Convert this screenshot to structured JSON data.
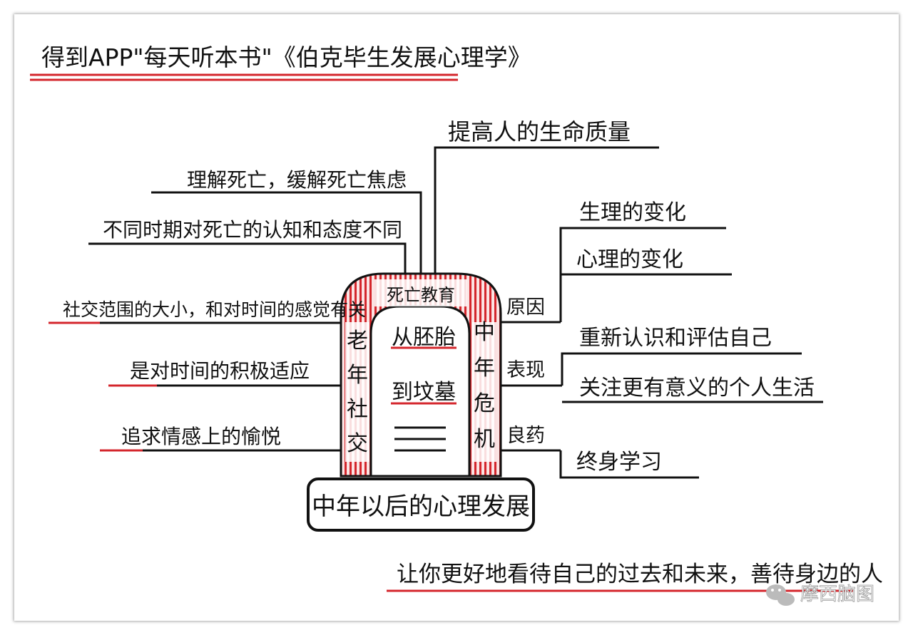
{
  "title": "得到APP\"每天听本书\"《伯克毕生发展心理学》",
  "center": {
    "base_label": "中年以后的心理发展",
    "arch_top": "死亡教育",
    "left_pillar": "老年社交",
    "right_pillar": "中年危机",
    "tomb_line1": "从胚胎",
    "tomb_line2": "到坟墓"
  },
  "left_branches": [
    "理解死亡，缓解死亡焦虑",
    "不同时期对死亡的认知和态度不同",
    "社交范围的大小，和对时间的感觉有关",
    "是对时间的积极适应",
    "追求情感上的愉悦"
  ],
  "top_branch": "提高人的生命质量",
  "right_groups": [
    {
      "label": "原因",
      "items": [
        "生理的变化",
        "心理的变化"
      ]
    },
    {
      "label": "表现",
      "items": [
        "重新认识和评估自己",
        "关注更有意义的个人生活"
      ]
    },
    {
      "label": "良药",
      "items": [
        "终身学习"
      ]
    }
  ],
  "bottom_note": "让你更好地看待自己的过去和未来，善待身边的人",
  "watermark": "摩西脑图",
  "colors": {
    "red": "#d4262c",
    "pink": "#f3b7b7",
    "ink": "#111111"
  }
}
